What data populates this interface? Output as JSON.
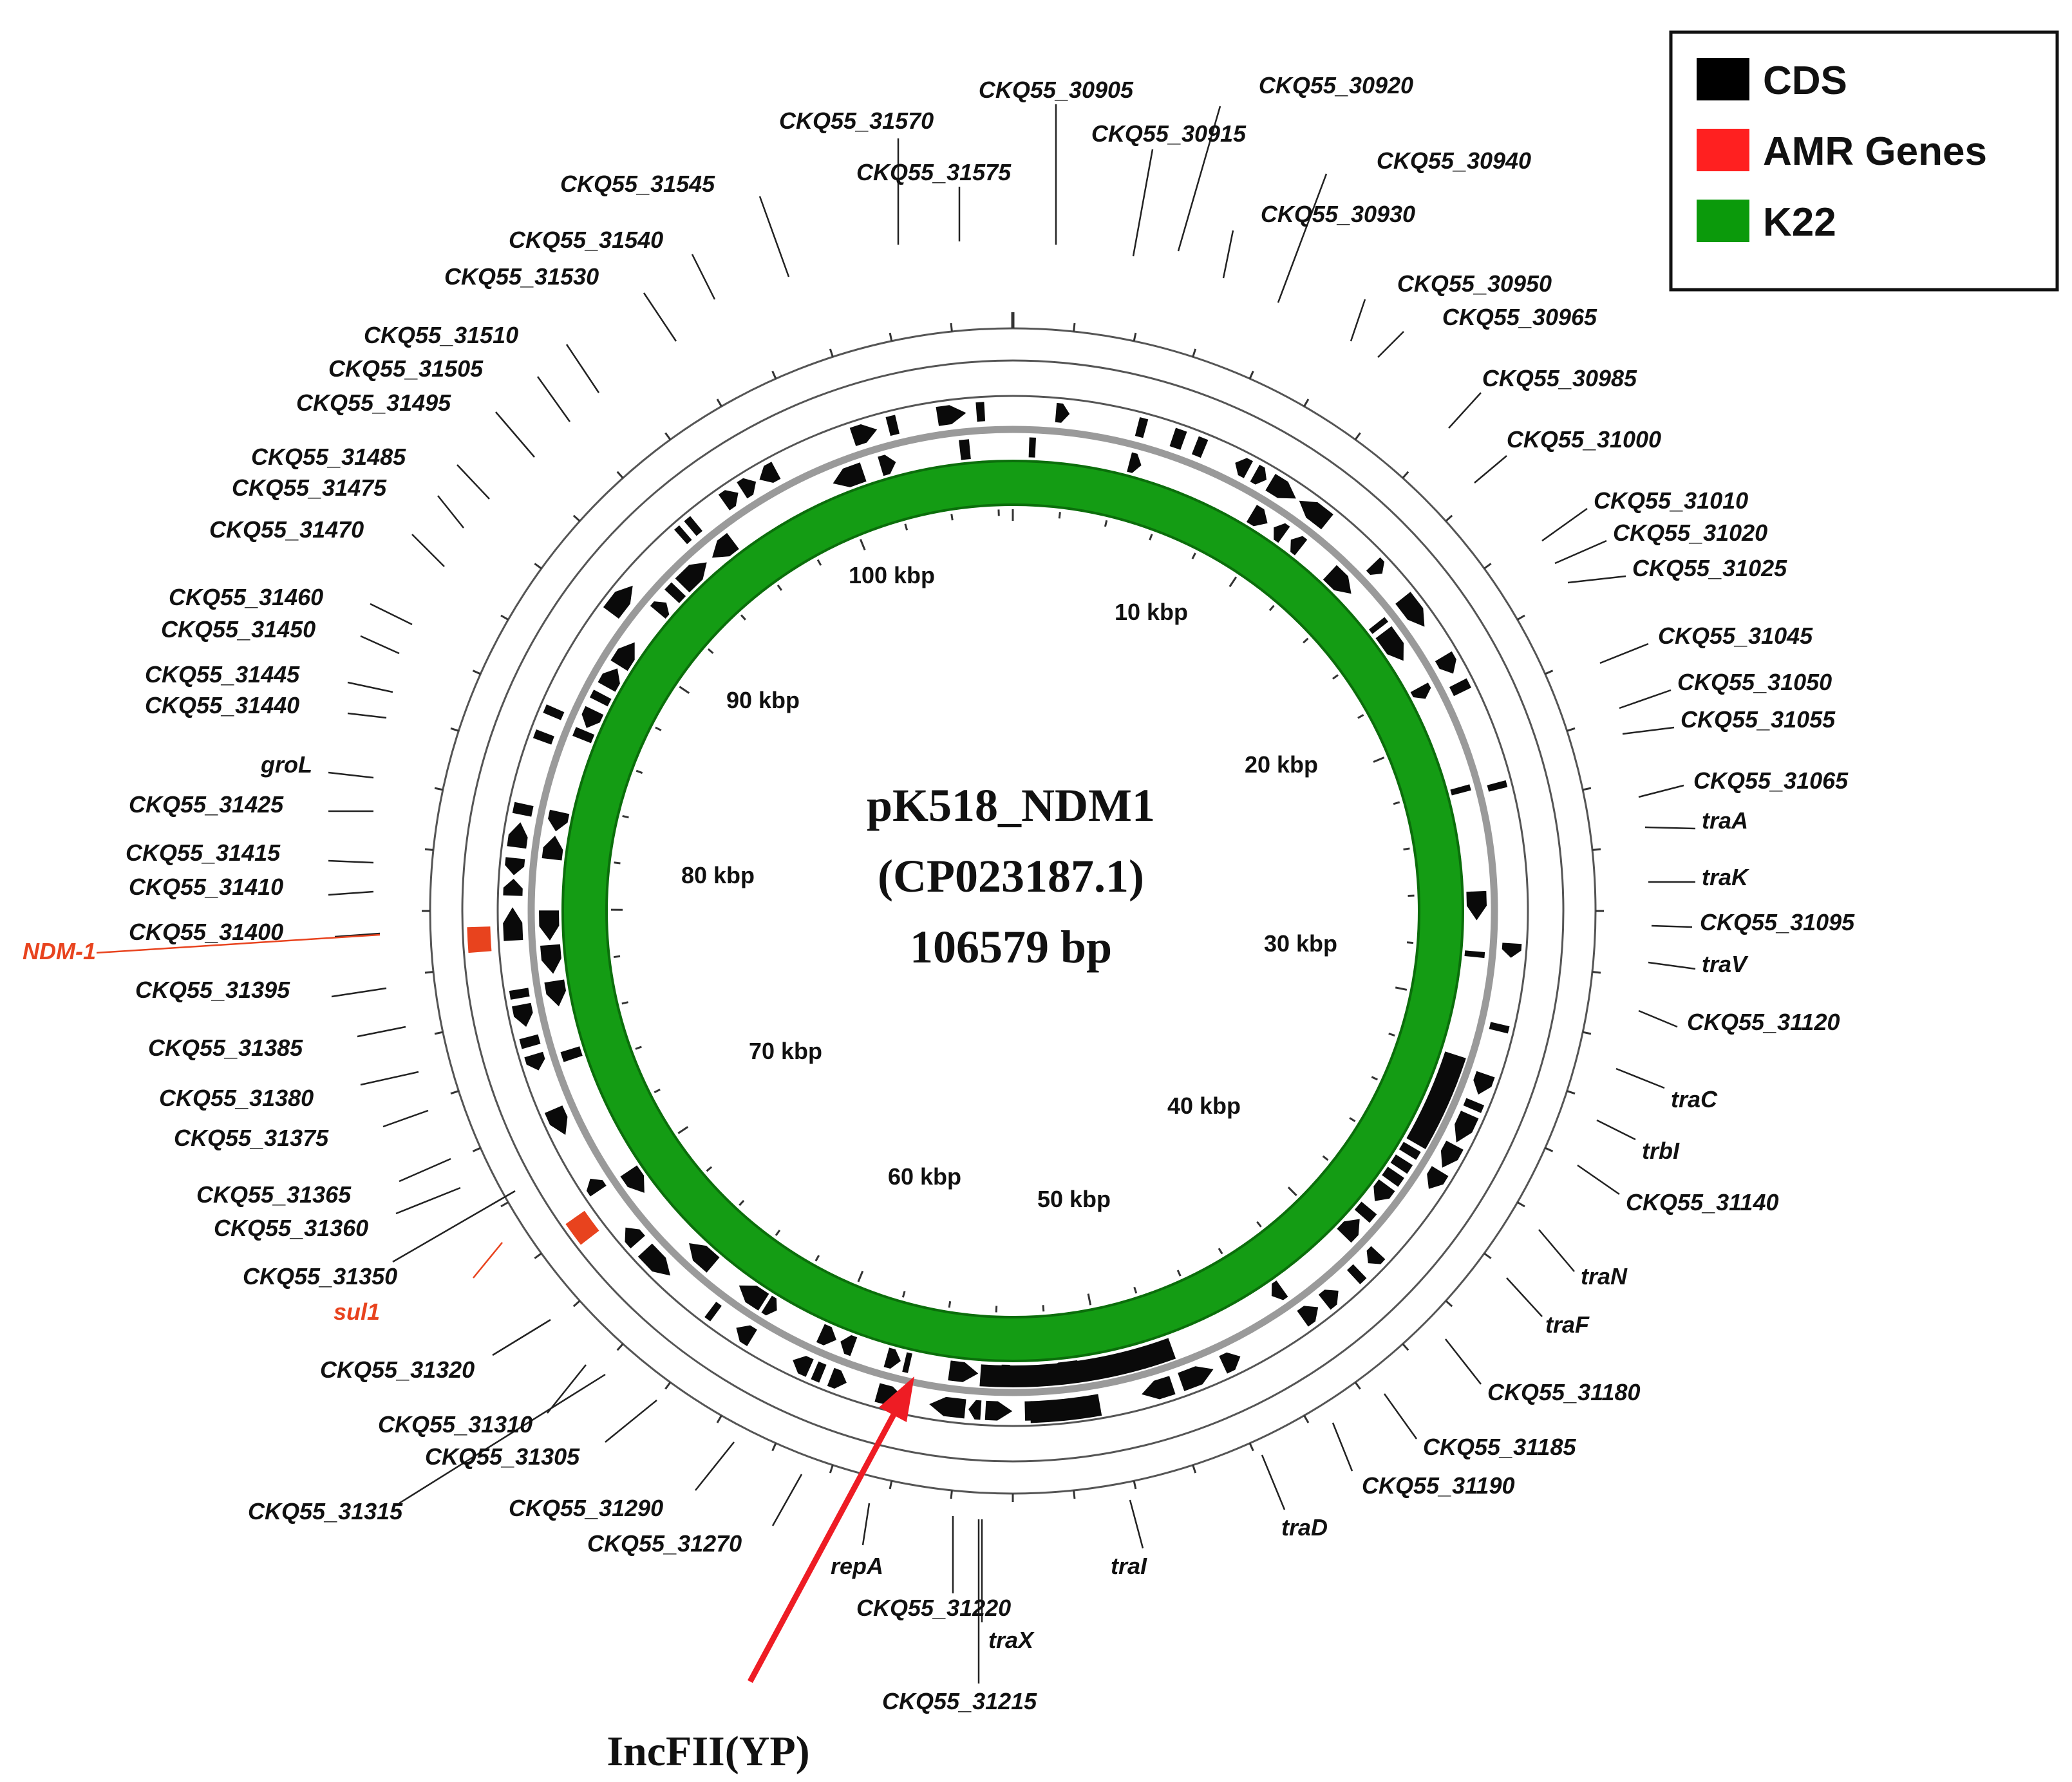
{
  "plasmid": {
    "name": "pK518_NDM1",
    "accession": "(CP023187.1)",
    "length": "106579 bp"
  },
  "legend": [
    {
      "label": "CDS",
      "color": "#000000"
    },
    {
      "label": "AMR Genes",
      "color": "#ff2020"
    },
    {
      "label": "K22",
      "color": "#0b9a0b"
    }
  ],
  "colors": {
    "cds": "#0a0a0a",
    "amr": "#e8431e",
    "k22": "#149c14",
    "backbone": "#9a9a9a",
    "arrow": "#ee1c24"
  },
  "kbp_ticks": [
    "10 kbp",
    "20 kbp",
    "30 kbp",
    "40 kbp",
    "50 kbp",
    "60 kbp",
    "70 kbp",
    "80 kbp",
    "90 kbp",
    "100 kbp"
  ],
  "callout": {
    "label": "IncFII(YP)"
  },
  "gene_labels": [
    {
      "text": "CKQ55_30905"
    },
    {
      "text": "CKQ55_30920"
    },
    {
      "text": "CKQ55_30915"
    },
    {
      "text": "CKQ55_30940"
    },
    {
      "text": "CKQ55_30930"
    },
    {
      "text": "CKQ55_30950"
    },
    {
      "text": "CKQ55_30965"
    },
    {
      "text": "CKQ55_30985"
    },
    {
      "text": "CKQ55_31000"
    },
    {
      "text": "CKQ55_31010"
    },
    {
      "text": "CKQ55_31020"
    },
    {
      "text": "CKQ55_31025"
    },
    {
      "text": "CKQ55_31045"
    },
    {
      "text": "CKQ55_31050"
    },
    {
      "text": "CKQ55_31055"
    },
    {
      "text": "CKQ55_31065"
    },
    {
      "text": "traA"
    },
    {
      "text": "traK"
    },
    {
      "text": "CKQ55_31095"
    },
    {
      "text": "traV"
    },
    {
      "text": "CKQ55_31120"
    },
    {
      "text": "traC"
    },
    {
      "text": "trbI"
    },
    {
      "text": "CKQ55_31140"
    },
    {
      "text": "traN"
    },
    {
      "text": "traF"
    },
    {
      "text": "CKQ55_31180"
    },
    {
      "text": "CKQ55_31185"
    },
    {
      "text": "CKQ55_31190"
    },
    {
      "text": "traD"
    },
    {
      "text": "traI"
    },
    {
      "text": "CKQ55_31220"
    },
    {
      "text": "traX"
    },
    {
      "text": "CKQ55_31215"
    },
    {
      "text": "repA"
    },
    {
      "text": "CKQ55_31270"
    },
    {
      "text": "CKQ55_31290"
    },
    {
      "text": "CKQ55_31305"
    },
    {
      "text": "CKQ55_31315"
    },
    {
      "text": "CKQ55_31310"
    },
    {
      "text": "CKQ55_31320"
    },
    {
      "text": "sul1",
      "amr": true
    },
    {
      "text": "CKQ55_31350"
    },
    {
      "text": "CKQ55_31360"
    },
    {
      "text": "CKQ55_31365"
    },
    {
      "text": "CKQ55_31375"
    },
    {
      "text": "CKQ55_31380"
    },
    {
      "text": "CKQ55_31385"
    },
    {
      "text": "CKQ55_31395"
    },
    {
      "text": "CKQ55_31400"
    },
    {
      "text": "NDM-1",
      "amr": true
    },
    {
      "text": "CKQ55_31410"
    },
    {
      "text": "CKQ55_31415"
    },
    {
      "text": "CKQ55_31425"
    },
    {
      "text": "groL"
    },
    {
      "text": "CKQ55_31440"
    },
    {
      "text": "CKQ55_31445"
    },
    {
      "text": "CKQ55_31450"
    },
    {
      "text": "CKQ55_31460"
    },
    {
      "text": "CKQ55_31470"
    },
    {
      "text": "CKQ55_31475"
    },
    {
      "text": "CKQ55_31485"
    },
    {
      "text": "CKQ55_31495"
    },
    {
      "text": "CKQ55_31505"
    },
    {
      "text": "CKQ55_31510"
    },
    {
      "text": "CKQ55_31530"
    },
    {
      "text": "CKQ55_31540"
    },
    {
      "text": "CKQ55_31545"
    },
    {
      "text": "CKQ55_31575"
    },
    {
      "text": "CKQ55_31570"
    }
  ]
}
